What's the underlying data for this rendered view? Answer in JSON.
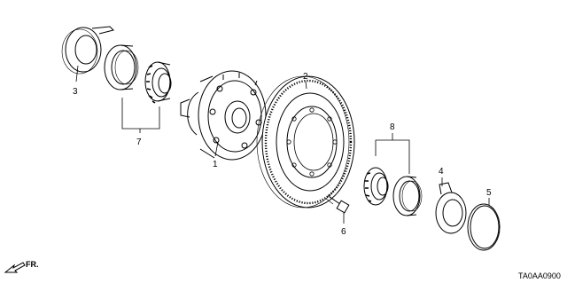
{
  "diagram": {
    "callouts": {
      "part_1": "1",
      "part_2": "2",
      "part_3": "3",
      "part_4": "4",
      "part_5": "5",
      "part_6": "6",
      "part_7": "7",
      "part_8": "8"
    },
    "direction_label": "FR.",
    "diagram_code": "TA0AA0900"
  }
}
